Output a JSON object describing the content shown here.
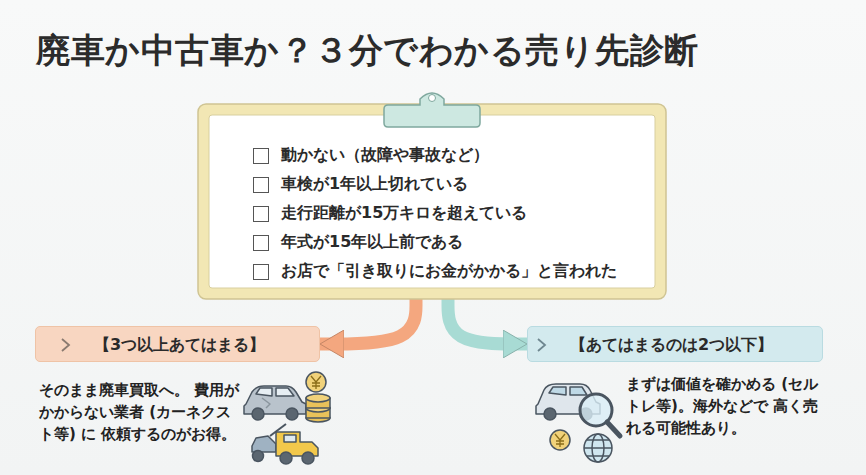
{
  "diagram": {
    "title": "廃車か中古車か？３分でわかる売り先診断",
    "nodes": [
      {
        "text": [
          "動かない（故障や事故など）",
          "車検が1年以上切れている",
          "走行距離が15万キロを超えている",
          "年式が15年以上前である",
          "お店で「引き取りにお金がかかる」と言われた"
        ]
      },
      {
        "text": [
          "【3つ以上あてはまる】",
          "そのまま廃車買取へ。 費用がかからない業者 (カーネクスト等) に 依頼するのがお得。"
        ]
      },
      {
        "text": [
          "【あてはまるのは2つ以下】",
          "まずは価値を確かめる (セルトレ等)。海外などで 高く売れる可能性あり。"
        ]
      }
    ],
    "edges": [
      {
        "from": 0,
        "to": 1,
        "arrow": "to"
      },
      {
        "from": 0,
        "to": 2,
        "arrow": "to"
      }
    ]
  }
}
